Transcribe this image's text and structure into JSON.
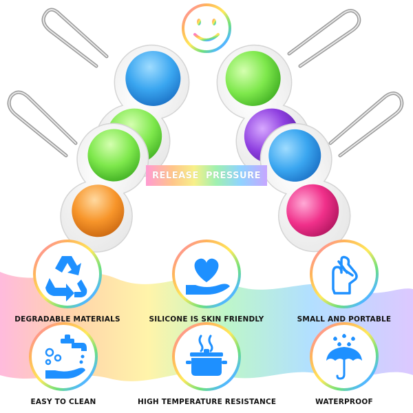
{
  "badge": {
    "left": "RELEASE",
    "right": "PRESSURE"
  },
  "features": [
    {
      "label": "DEGRADABLE MATERIALS",
      "icon": "recycle-icon"
    },
    {
      "label": "SILICONE IS SKIN FRIENDLY",
      "icon": "heart-hand-icon"
    },
    {
      "label": "SMALL AND PORTABLE",
      "icon": "hand-pinch-icon"
    },
    {
      "label": "EASY TO CLEAN",
      "icon": "faucet-hand-icon"
    },
    {
      "label": "HIGH TEMPERATURE RESISTANCE",
      "icon": "cooking-pot-icon"
    },
    {
      "label": "WATERPROOF",
      "icon": "umbrella-rain-icon"
    }
  ],
  "colors": {
    "icon_blue": "#1e90ff",
    "bubble_blue": "#3aa6f0",
    "bubble_green": "#7ee84c",
    "bubble_purple": "#8e3fe0",
    "bubble_orange": "#f7952a",
    "bubble_pink": "#f0308a"
  }
}
